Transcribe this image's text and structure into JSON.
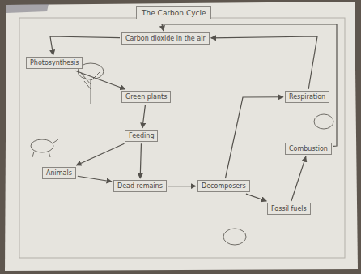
{
  "diagram": {
    "title": "The Carbon Cycle",
    "nodes": [
      {
        "text": [
          "Carbon dioxide in the air"
        ]
      },
      {
        "text": [
          "Photosynthesis"
        ]
      },
      {
        "text": [
          "Green plants"
        ]
      },
      {
        "text": [
          "Feeding"
        ]
      },
      {
        "text": [
          "Animals"
        ]
      },
      {
        "text": [
          "Respiration"
        ]
      },
      {
        "text": [
          "Dead remains"
        ]
      },
      {
        "text": [
          "Decomposers"
        ]
      },
      {
        "text": [
          "Combustion"
        ]
      },
      {
        "text": [
          "Fossil fuels"
        ]
      }
    ],
    "edges": [
      {
        "from": 0,
        "to": 1,
        "arrow": "to"
      },
      {
        "from": 1,
        "to": 2,
        "arrow": "to"
      },
      {
        "from": 2,
        "to": 3,
        "arrow": "to"
      },
      {
        "from": 3,
        "to": 4,
        "arrow": "to"
      },
      {
        "from": 3,
        "to": 6,
        "arrow": "to"
      },
      {
        "from": 4,
        "to": 6,
        "arrow": "to"
      },
      {
        "from": 6,
        "to": 7,
        "arrow": "to"
      },
      {
        "from": 7,
        "to": 5,
        "arrow": "to"
      },
      {
        "from": 5,
        "to": 0,
        "arrow": "to"
      },
      {
        "from": 7,
        "to": 9,
        "arrow": "to"
      },
      {
        "from": 9,
        "to": 8,
        "arrow": "to"
      },
      {
        "from": 8,
        "to": 0,
        "arrow": "to"
      }
    ]
  }
}
